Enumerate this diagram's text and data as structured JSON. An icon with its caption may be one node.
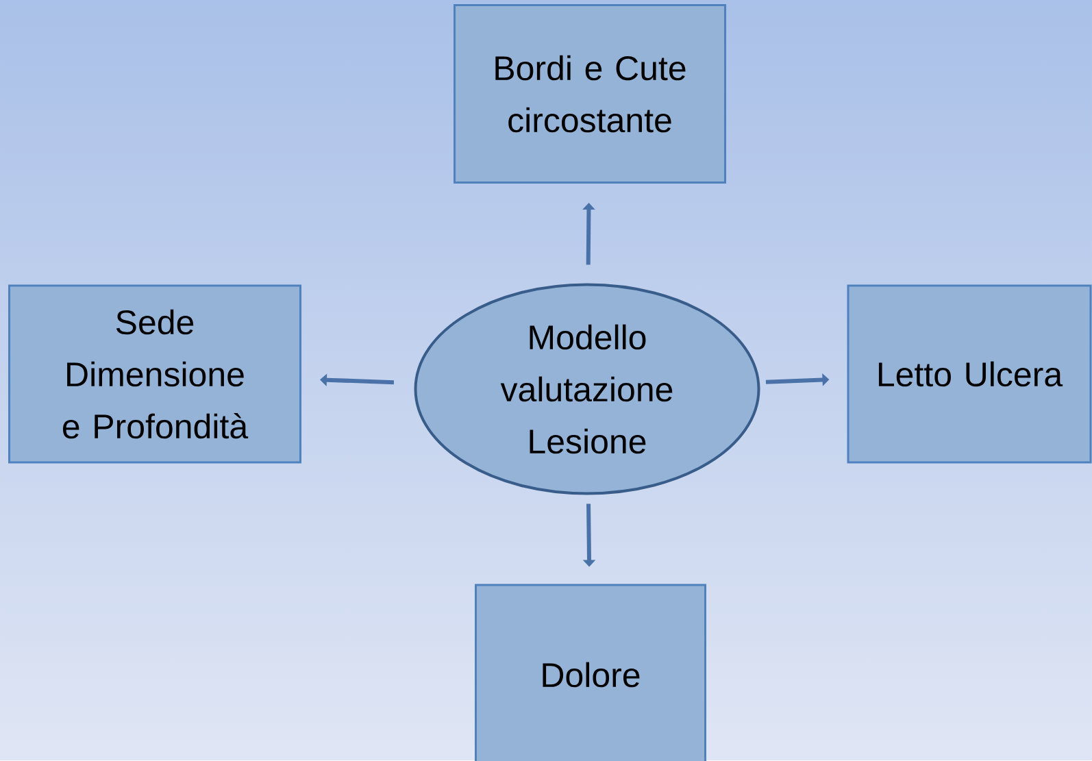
{
  "diagram": {
    "nodes": [
      {
        "text": [
          "Bordi e Cute circostante"
        ]
      },
      {
        "text": [
          "Sede Dimensione e Profondità"
        ]
      },
      {
        "text": [
          "Modello valutazione Lesione"
        ]
      },
      {
        "text": [
          "Letto Ulcera"
        ]
      },
      {
        "text": [
          "Dolore"
        ]
      }
    ],
    "edges": [
      {
        "from": 2,
        "to": 0,
        "arrow": "to"
      },
      {
        "from": 2,
        "to": 1,
        "arrow": "to"
      },
      {
        "from": 2,
        "to": 3,
        "arrow": "to"
      },
      {
        "from": 2,
        "to": 4,
        "arrow": "to"
      }
    ]
  }
}
